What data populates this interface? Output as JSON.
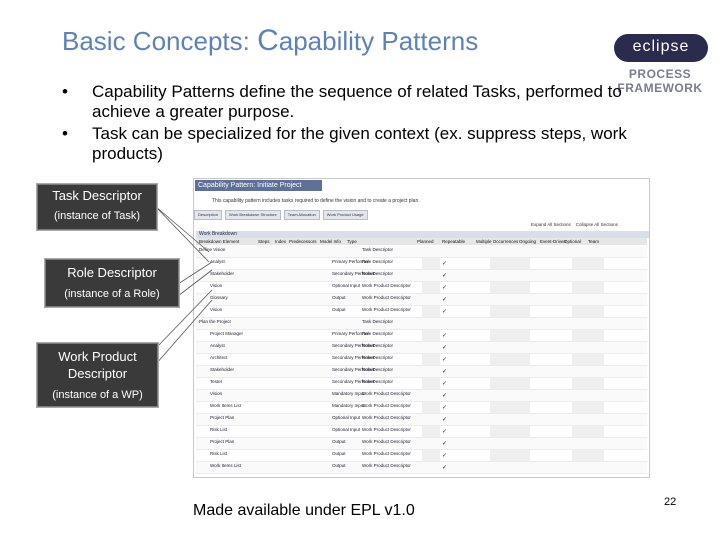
{
  "slide": {
    "title_main": "Basic Concepts: ",
    "title_cap": "C",
    "title_rest": "apability Patterns",
    "bullets": [
      "Capability Patterns define the sequence of related Tasks, performed to achieve a greater purpose.",
      "Task can be specialized for the given context (ex. suppress steps, work products)"
    ],
    "bullet_glyph": "•",
    "footer": "Made available under EPL v1.0",
    "page_number": "22"
  },
  "logo": {
    "wordmark": "eclipse",
    "line1": "PROCESS",
    "line2": "FRAMEWORK"
  },
  "callouts": {
    "task": {
      "title": "Task Descriptor",
      "subtitle": "(instance of Task)"
    },
    "role": {
      "title": "Role Descriptor",
      "subtitle": "(instance of a Role)"
    },
    "wp": {
      "title_line1": "Work Product",
      "title_line2": "Descriptor",
      "subtitle": "(instance of a WP)"
    }
  },
  "screenshot": {
    "header": "Capability Pattern: Initiate Project",
    "description": "This capability pattern includes tasks required to define the vision and to create a project plan.",
    "tabs": [
      "Description",
      "Work Breakdown Structure",
      "Team Allocation",
      "Work Product Usage"
    ],
    "expand_label": "Expand All Sections",
    "collapse_label": "Collapse All Sections",
    "section_title": "Work Breakdown",
    "columns": [
      "Breakdown Element",
      "Steps",
      "Index",
      "Predecessors",
      "Model Info",
      "Type",
      "Planned",
      "Repeatable",
      "Multiple Occurrences",
      "Ongoing",
      "Event-Driven",
      "Optional",
      "Team"
    ],
    "rows": [
      {
        "name": "Define Vision",
        "steps": "",
        "info": "",
        "type": "Task Descriptor",
        "check": ""
      },
      {
        "name": "Analyst",
        "steps": "",
        "info": "Primary Performer",
        "type": "Role Descriptor",
        "check": "✓"
      },
      {
        "name": "Stakeholder",
        "steps": "",
        "info": "Secondary Performer",
        "type": "Role Descriptor",
        "check": "✓"
      },
      {
        "name": "Vision",
        "steps": "",
        "info": "Optional Input",
        "type": "Work Product Descriptor",
        "check": "✓"
      },
      {
        "name": "Glossary",
        "steps": "",
        "info": "Output",
        "type": "Work Product Descriptor",
        "check": "✓"
      },
      {
        "name": "Vision",
        "steps": "",
        "info": "Output",
        "type": "Work Product Descriptor",
        "check": "✓"
      },
      {
        "name": "Plan the Project",
        "steps": "",
        "info": "",
        "type": "Task Descriptor",
        "check": ""
      },
      {
        "name": "Project Manager",
        "steps": "",
        "info": "Primary Performer",
        "type": "Role Descriptor",
        "check": "✓"
      },
      {
        "name": "Analyst",
        "steps": "",
        "info": "Secondary Performer",
        "type": "Role Descriptor",
        "check": "✓"
      },
      {
        "name": "Architect",
        "steps": "",
        "info": "Secondary Performer",
        "type": "Role Descriptor",
        "check": "✓"
      },
      {
        "name": "Stakeholder",
        "steps": "",
        "info": "Secondary Performer",
        "type": "Role Descriptor",
        "check": "✓"
      },
      {
        "name": "Tester",
        "steps": "",
        "info": "Secondary Performer",
        "type": "Role Descriptor",
        "check": "✓"
      },
      {
        "name": "Vision",
        "steps": "",
        "info": "Mandatory Input",
        "type": "Work Product Descriptor",
        "check": "✓"
      },
      {
        "name": "Work Items List",
        "steps": "",
        "info": "Mandatory Input",
        "type": "Work Product Descriptor",
        "check": "✓"
      },
      {
        "name": "Project Plan",
        "steps": "",
        "info": "Optional Input",
        "type": "Work Product Descriptor",
        "check": "✓"
      },
      {
        "name": "Risk List",
        "steps": "",
        "info": "Optional Input",
        "type": "Work Product Descriptor",
        "check": "✓"
      },
      {
        "name": "Project Plan",
        "steps": "",
        "info": "Output",
        "type": "Work Product Descriptor",
        "check": "✓"
      },
      {
        "name": "Risk List",
        "steps": "",
        "info": "Output",
        "type": "Work Product Descriptor",
        "check": "✓"
      },
      {
        "name": "Work Items List",
        "steps": "",
        "info": "Output",
        "type": "Work Product Descriptor",
        "check": "✓"
      }
    ]
  }
}
